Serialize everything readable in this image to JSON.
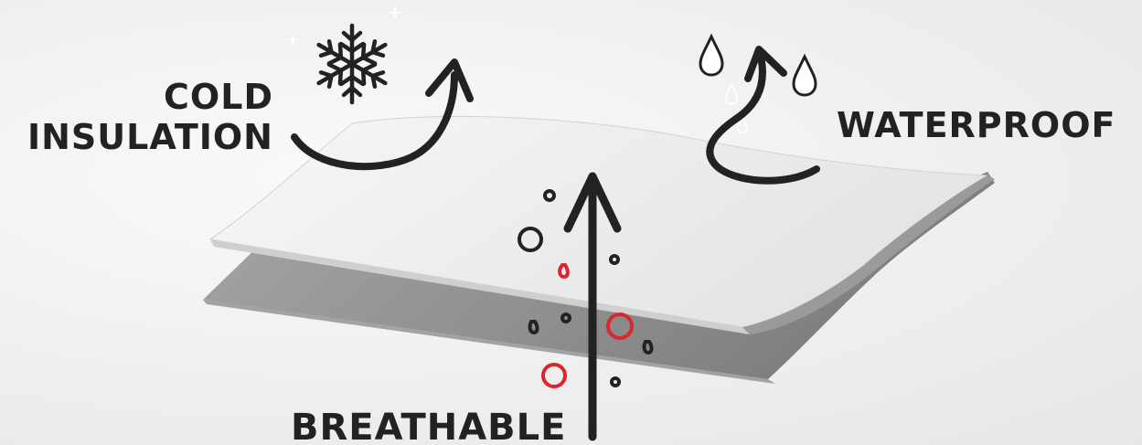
{
  "labels": {
    "cold_line1": "COLD",
    "cold_line2": "INSULATION",
    "waterproof": "WATERPROOF",
    "breathable": "BREATHABLE"
  },
  "colors": {
    "ink": "#222222",
    "accent_red": "#d9272e",
    "top_layer": "#eeeeee",
    "bottom_layer": "#8f8f8f",
    "background": "#f1f1f1"
  },
  "icons": [
    "snowflake-icon",
    "water-drop-icon",
    "curved-arrow-icon",
    "wavy-arrow-icon",
    "up-arrow-icon"
  ]
}
